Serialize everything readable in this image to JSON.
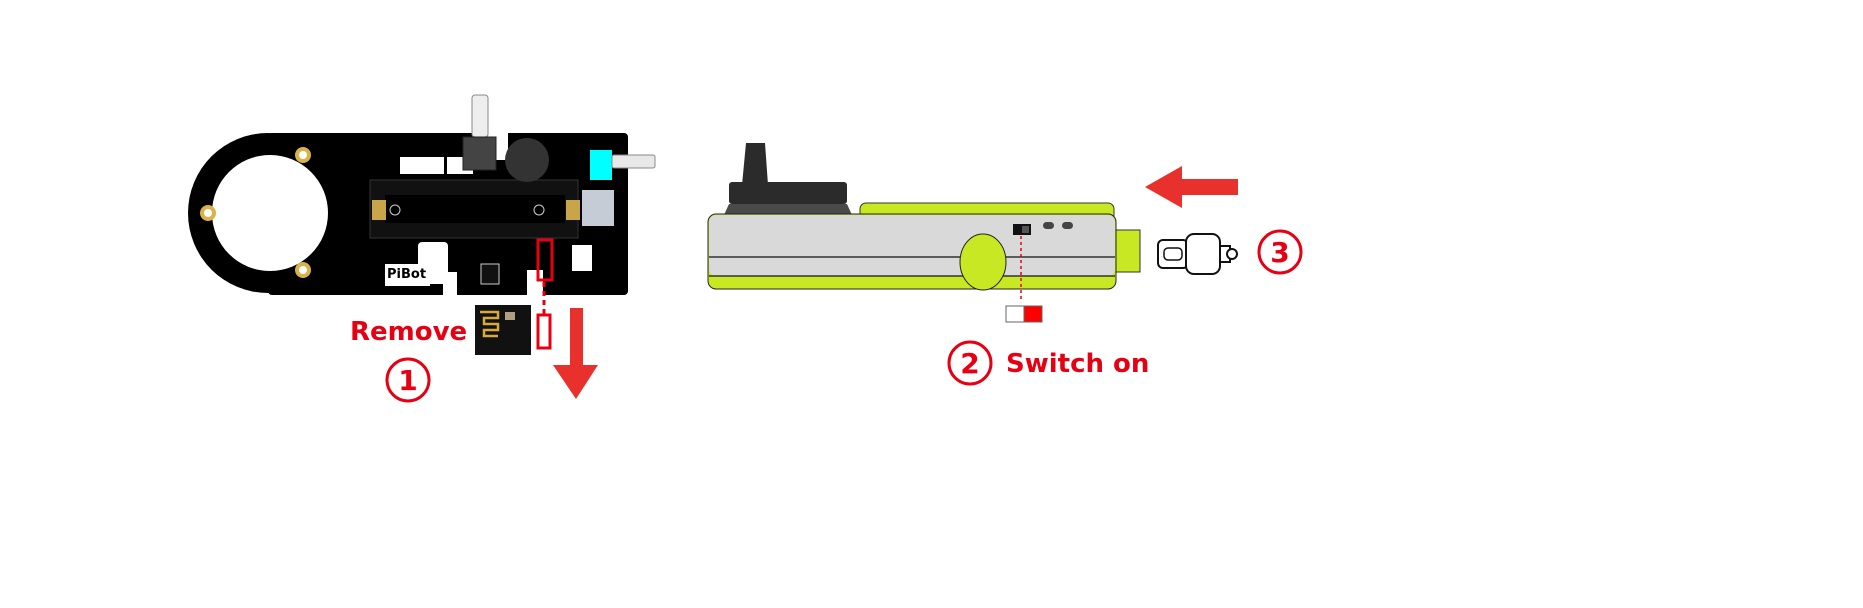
{
  "steps": [
    {
      "number": "1",
      "label": "Remove"
    },
    {
      "number": "2",
      "label": "Switch on"
    },
    {
      "number": "3"
    }
  ],
  "board": {
    "brand": "PiBot"
  },
  "colors": {
    "accent_red": "#e60012",
    "lime": "#c8e823",
    "body_gray": "#d9d9d9",
    "pcb": "#000000"
  }
}
